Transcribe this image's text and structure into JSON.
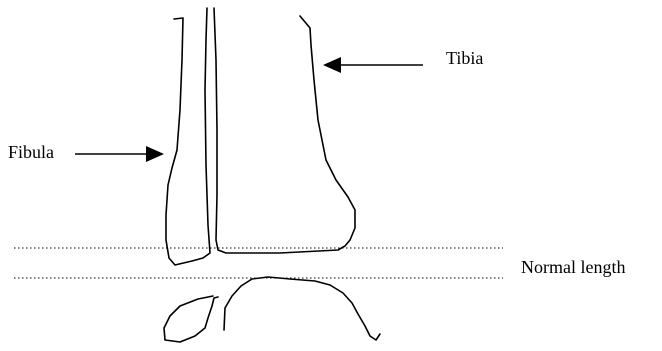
{
  "labels": {
    "tibia": "Tibia",
    "fibula": "Fibula",
    "normal_length": "Normal length"
  },
  "colors": {
    "line": "#000000",
    "background": "#ffffff"
  }
}
